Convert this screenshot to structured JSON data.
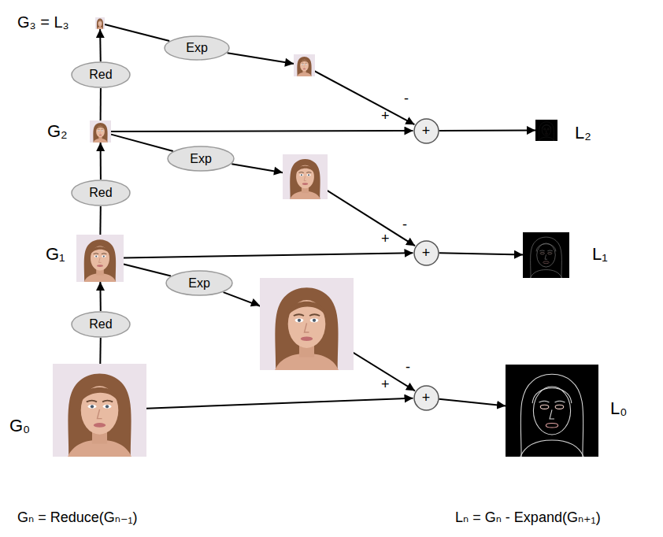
{
  "diagram": {
    "nodes": [
      {
        "text": [
          "G₃ = L₃"
        ]
      },
      {
        "text": [
          "Exp"
        ]
      },
      {
        "text": [
          "Red"
        ]
      },
      {
        "text": [
          "G₂"
        ]
      },
      {
        "text": [
          "+"
        ]
      },
      {
        "text": [
          "L₂"
        ]
      },
      {
        "text": [
          "Exp"
        ]
      },
      {
        "text": [
          "Red"
        ]
      },
      {
        "text": [
          "G₁"
        ]
      },
      {
        "text": [
          "+"
        ]
      },
      {
        "text": [
          "L₁"
        ]
      },
      {
        "text": [
          "Exp"
        ]
      },
      {
        "text": [
          "Red"
        ]
      },
      {
        "text": [
          "G₀"
        ]
      },
      {
        "text": [
          "+"
        ]
      },
      {
        "text": [
          "L₀"
        ]
      }
    ],
    "edges": [
      {
        "from": 13,
        "to": 12,
        "arrow": "none"
      },
      {
        "from": 12,
        "to": 8,
        "arrow": "to"
      },
      {
        "from": 8,
        "to": 7,
        "arrow": "none"
      },
      {
        "from": 7,
        "to": 3,
        "arrow": "to"
      },
      {
        "from": 3,
        "to": 2,
        "arrow": "none"
      },
      {
        "from": 2,
        "to": 0,
        "arrow": "to"
      },
      {
        "from": 0,
        "to": 1,
        "arrow": "none"
      },
      {
        "from": 1,
        "to": 4,
        "arrow": "to"
      },
      {
        "from": 3,
        "to": 4,
        "arrow": "to"
      },
      {
        "from": 4,
        "to": 5,
        "arrow": "to"
      },
      {
        "from": 3,
        "to": 6,
        "arrow": "none"
      },
      {
        "from": 6,
        "to": 9,
        "arrow": "to"
      },
      {
        "from": 8,
        "to": 9,
        "arrow": "to"
      },
      {
        "from": 9,
        "to": 10,
        "arrow": "to"
      },
      {
        "from": 8,
        "to": 11,
        "arrow": "none"
      },
      {
        "from": 11,
        "to": 14,
        "arrow": "to"
      },
      {
        "from": 13,
        "to": 14,
        "arrow": "to"
      },
      {
        "from": 14,
        "to": 15,
        "arrow": "to"
      }
    ],
    "labels": [
      "-",
      "+",
      "-",
      "+",
      "-",
      "+",
      "Gₙ = Reduce(Gₙ₋₁)",
      "Lₙ = Gₙ - Expand(Gₙ₊₁)"
    ]
  }
}
